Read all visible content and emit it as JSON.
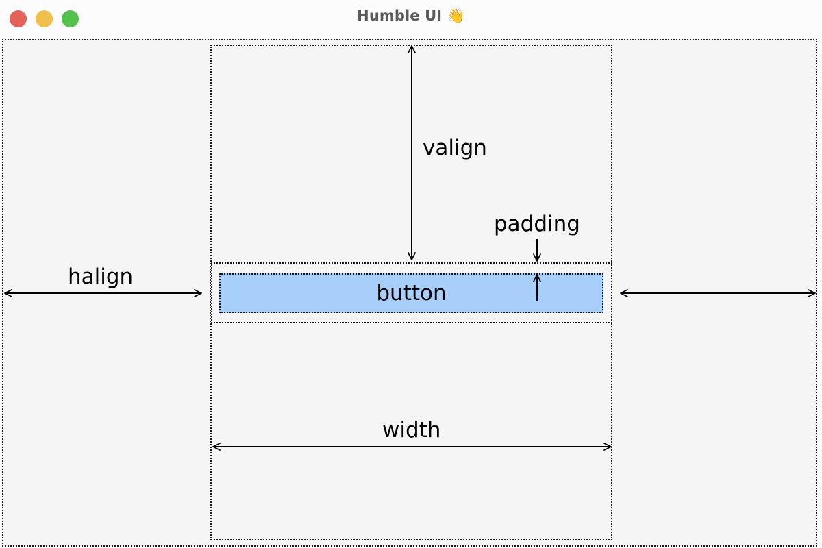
{
  "window": {
    "title": "Humble UI",
    "title_emoji": "👋",
    "titlebar_bg": "#fcfcfc",
    "controls": [
      {
        "name": "close",
        "color": "#e4625a"
      },
      {
        "name": "minimize",
        "color": "#f0bf4c"
      },
      {
        "name": "maximize",
        "color": "#53c14c"
      }
    ]
  },
  "diagram": {
    "background": "#f5f5f5",
    "border_color": "#1a1a1a",
    "button": {
      "label": "button",
      "fill": "#a8cffa"
    },
    "annotations": [
      {
        "key": "valign",
        "label": "valign",
        "orientation": "vertical",
        "arrow": "double"
      },
      {
        "key": "padding",
        "label": "padding",
        "orientation": "vertical",
        "arrow": "split"
      },
      {
        "key": "halign",
        "label": "halign",
        "orientation": "horizontal",
        "arrow": "double"
      },
      {
        "key": "width",
        "label": "width",
        "orientation": "horizontal",
        "arrow": "double"
      },
      {
        "key": "halign_right",
        "label": "",
        "orientation": "horizontal",
        "arrow": "double"
      }
    ]
  }
}
